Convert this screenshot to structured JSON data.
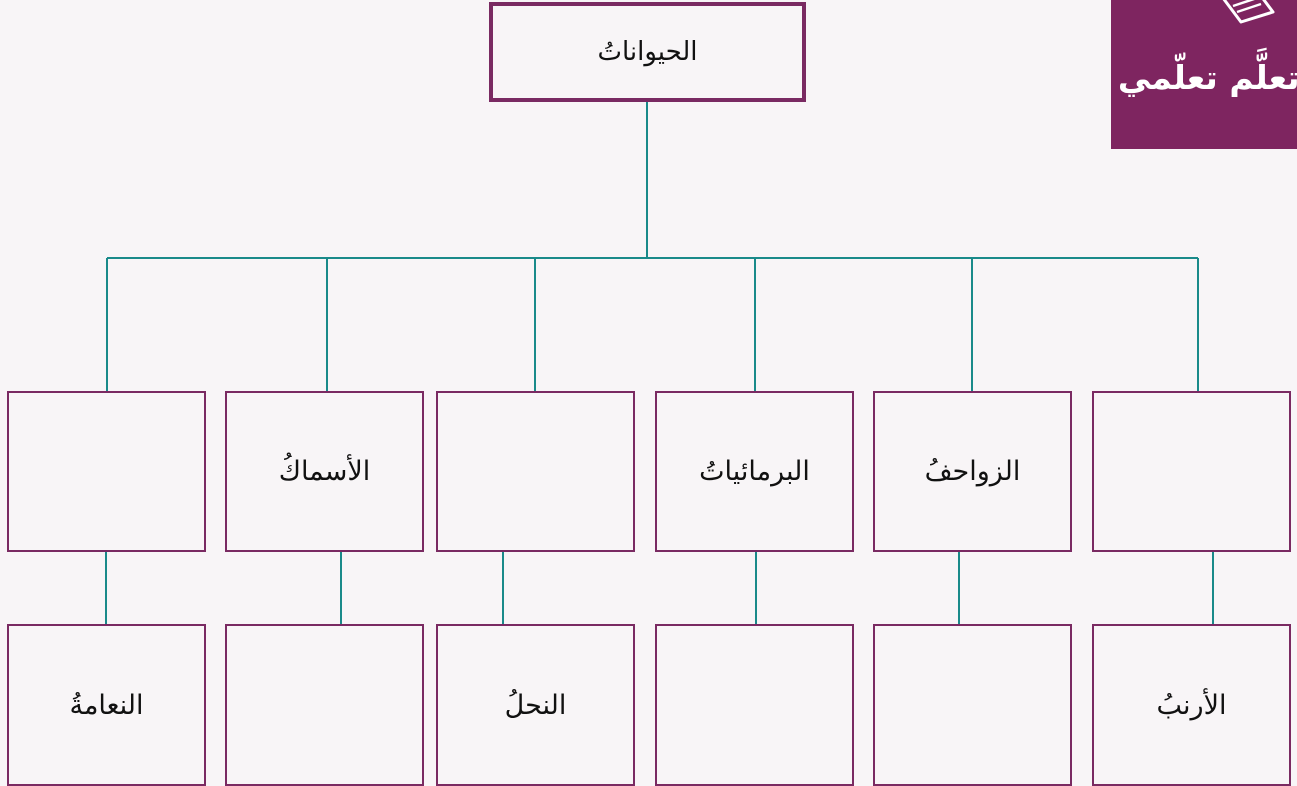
{
  "root": {
    "label": "الحيواناتُ"
  },
  "categories": [
    {
      "label": ""
    },
    {
      "label": "الزواحفُ"
    },
    {
      "label": "البرمائياتُ"
    },
    {
      "label": ""
    },
    {
      "label": "الأسماكُ"
    },
    {
      "label": ""
    }
  ],
  "examples": [
    {
      "label": "الأرنبُ"
    },
    {
      "label": ""
    },
    {
      "label": ""
    },
    {
      "label": "النحلُ"
    },
    {
      "label": ""
    },
    {
      "label": "النعامةُ"
    }
  ],
  "badge": {
    "text": "أتعلَّم تعلّمي",
    "icon": "book-icon"
  },
  "colors": {
    "box_border": "#7a2a62",
    "connector": "#1a8a8a",
    "badge_bg": "#7e2560",
    "background": "#f8f5f7"
  }
}
